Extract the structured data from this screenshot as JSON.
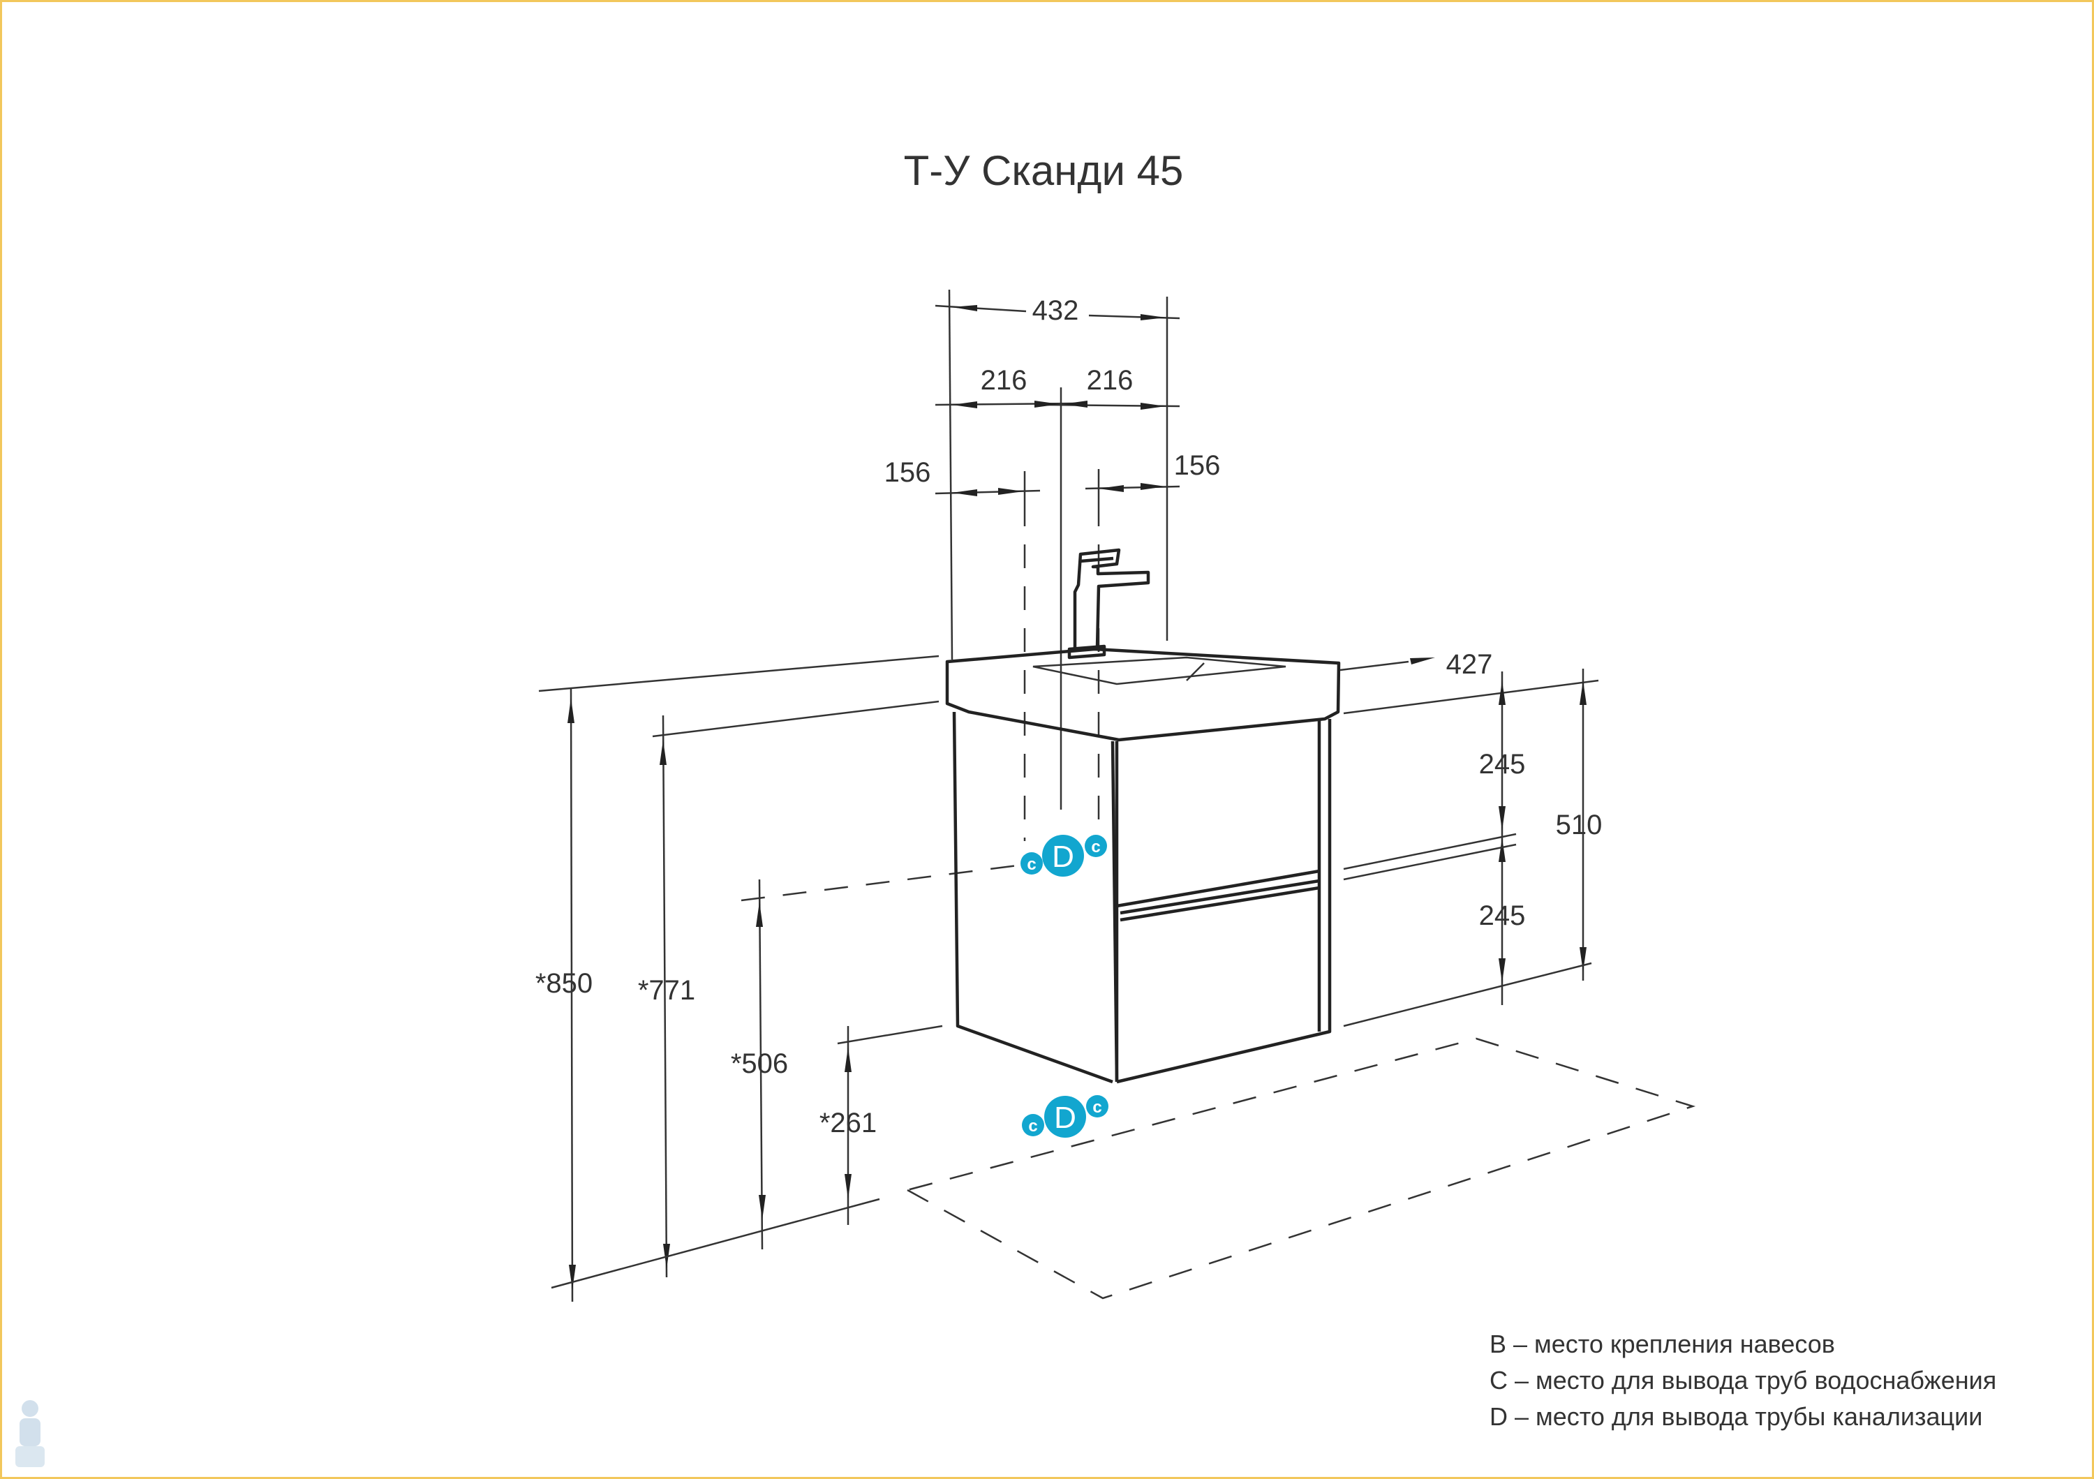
{
  "title": "Т-У Сканди 45",
  "dimensions": {
    "total_width": "432",
    "half_left": "216",
    "half_right": "216",
    "c_left": "156",
    "c_right": "156",
    "depth": "427",
    "drawer_top": "245",
    "drawer_bottom": "245",
    "cabinet_height": "510",
    "height_850": "*850",
    "height_771": "*771",
    "height_506": "*506",
    "height_261": "*261"
  },
  "markers": {
    "c": "c",
    "d": "D"
  },
  "legend": [
    "B – место крепления навесов",
    "C – место для вывода труб водоснабжения",
    "D – место для вывода трубы канализации"
  ],
  "colors": {
    "marker": "#12a6cf",
    "frame": "#f2c75c",
    "line": "#333333"
  }
}
